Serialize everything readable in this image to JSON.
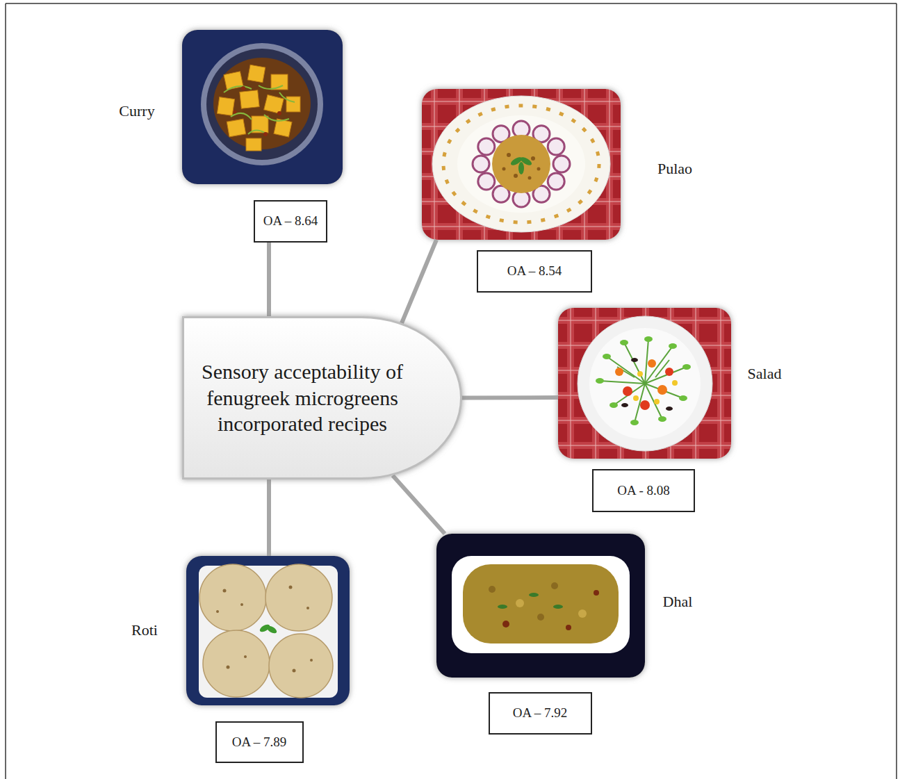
{
  "diagram": {
    "nodes": [
      {
        "text": [
          "Sensory acceptability of fenugreek microgreens incorporated recipes"
        ]
      },
      {
        "text": [
          "Curry"
        ]
      },
      {
        "text": [
          "OA – 8.64"
        ]
      },
      {
        "text": [
          "Pulao"
        ]
      },
      {
        "text": [
          "OA – 8.54"
        ]
      },
      {
        "text": [
          "Salad"
        ]
      },
      {
        "text": [
          "OA - 8.08"
        ]
      },
      {
        "text": [
          "Dhal"
        ]
      },
      {
        "text": [
          "OA – 7.92"
        ]
      },
      {
        "text": [
          "Roti"
        ]
      },
      {
        "text": [
          "OA – 7.89"
        ]
      }
    ],
    "edges": [
      {
        "from": 0,
        "to": 2,
        "arrow": "none"
      },
      {
        "from": 0,
        "to": 3,
        "arrow": "none"
      },
      {
        "from": 0,
        "to": 5,
        "arrow": "none"
      },
      {
        "from": 0,
        "to": 7,
        "arrow": "none"
      },
      {
        "from": 0,
        "to": 9,
        "arrow": "none"
      }
    ]
  }
}
